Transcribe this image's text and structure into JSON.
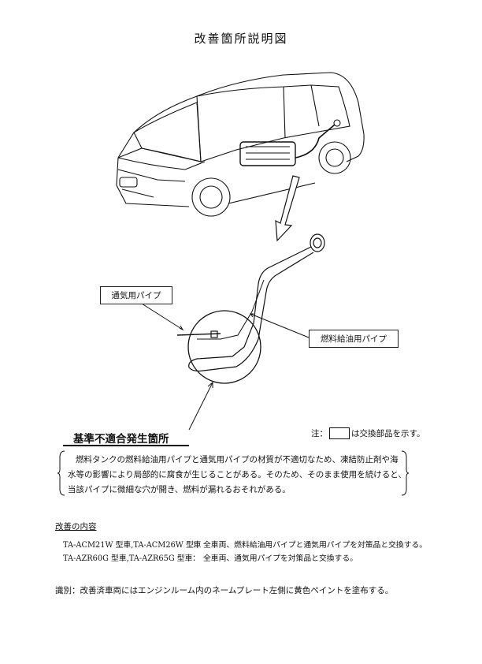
{
  "title": "改善箇所説明図",
  "callouts": {
    "vent_pipe": "通気用パイプ",
    "fuel_filler_pipe": "燃料給油用パイプ"
  },
  "nonconformity_heading": "基準不適合発生箇所",
  "note": {
    "prefix": "注：",
    "suffix": "は交換部品を示す。"
  },
  "description": [
    "燃料タンクの燃料給油用パイプと通気用パイプの材質が不適切なため、凍結防止剤や海",
    "水等の影響により局部的に腐食が生じることがある。そのため、そのまま使用を続けると、",
    "当該パイプに微細な穴が開き、燃料が漏れるおそれがある。"
  ],
  "improvement": {
    "heading": "改善の内容",
    "rows": [
      {
        "models": "TA-ACM21W 型車,TA-ACM26W 型車",
        "colon": "：",
        "action": "全車両、燃料給油用パイプと通気用パイプを対策品と交換する。"
      },
      {
        "models": "TA-AZR60G 型車,TA-AZR65G 型車",
        "colon": "：",
        "action": "全車両、通気用パイプを対策品と交換する。"
      }
    ]
  },
  "identification": "識別：改善済車両にはエンジンルーム内のネームプレート左側に黄色ペイントを塗布する。",
  "colors": {
    "ink": "#111111",
    "paper": "#ffffff"
  }
}
